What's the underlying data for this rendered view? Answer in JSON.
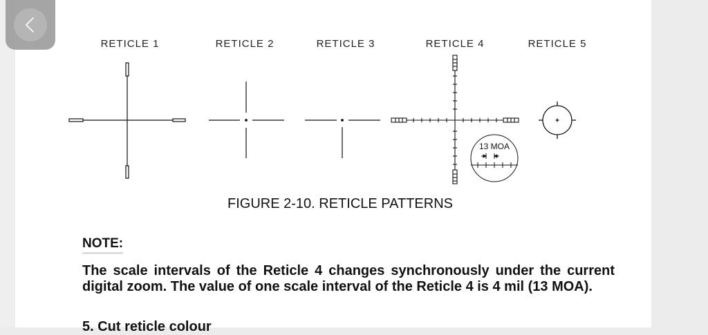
{
  "navigation": {
    "back_icon": "chevron-left-icon"
  },
  "figure": {
    "reticles": [
      {
        "label": "RETICLE 1"
      },
      {
        "label": "RETICLE 2"
      },
      {
        "label": "RETICLE 3"
      },
      {
        "label": "RETICLE 4"
      },
      {
        "label": "RETICLE 5"
      }
    ],
    "inset_label": "13 MOA",
    "caption": "FIGURE 2-10. RETICLE PATTERNS"
  },
  "note": {
    "label": "NOTE:",
    "text": "The scale intervals of the Reticle 4 changes synchronously under the current digital zoom. The value of one scale interval of the Reticle 4 is 4 mil (13 MOA)."
  },
  "next_heading_partial": "5. Cut reticle colour"
}
